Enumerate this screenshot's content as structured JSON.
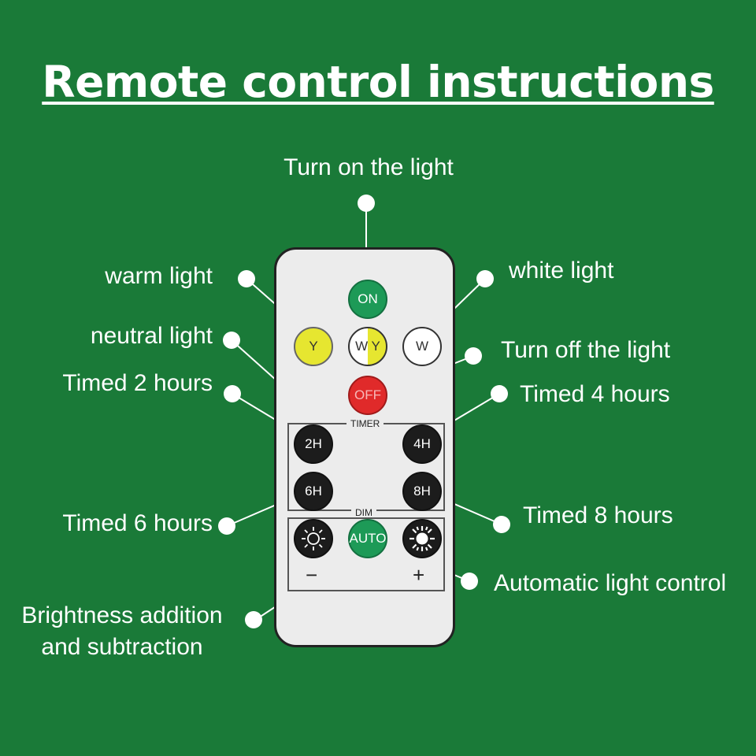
{
  "title": "Remote control instructions",
  "labels": {
    "turn_on": "Turn on the light",
    "warm": "warm light",
    "white": "white light",
    "neutral": "neutral light",
    "turn_off": "Turn off the light",
    "timed2": "Timed 2 hours",
    "timed4": "Timed 4 hours",
    "timed6": "Timed 6 hours",
    "timed8": "Timed 8 hours",
    "auto": "Automatic light control",
    "brightness_line1": "Brightness addition",
    "brightness_line2": "and subtraction"
  },
  "remote": {
    "on": "ON",
    "y": "Y",
    "wy": "W Y",
    "w": "W",
    "off": "OFF",
    "timer": "TIMER",
    "h2": "2H",
    "h4": "4H",
    "h6": "6H",
    "h8": "8H",
    "dim": "DIM",
    "auto": "AUTO",
    "minus": "−",
    "plus": "+"
  },
  "colors": {
    "background": "#1a7a38",
    "on": "#1d9a57",
    "off": "#e02a2a",
    "warm": "#e6e630",
    "timer": "#1c1c1c"
  },
  "icons": [
    "sun-dim-icon",
    "sun-bright-icon"
  ]
}
